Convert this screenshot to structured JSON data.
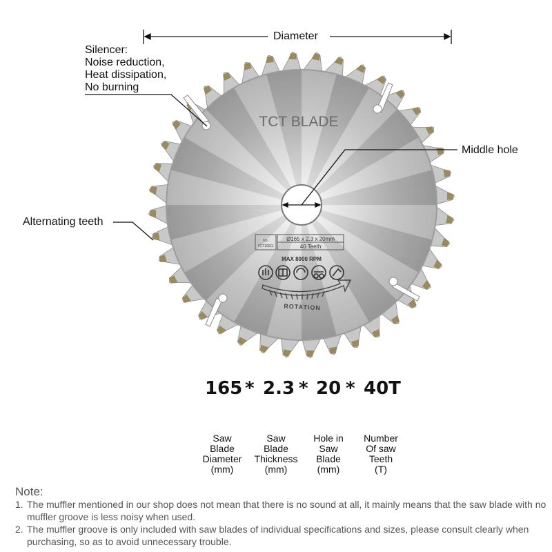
{
  "diagram": {
    "blade_text": {
      "title": "TCT BLADE",
      "spec_line": "Ø165 x 2.3 x 20mm",
      "teeth_line": "40 Teeth",
      "small_no": "No.",
      "small_code": "TCT10011",
      "rpm": "MAX 8000 RPM",
      "rotation": "ROTATION"
    },
    "callouts": {
      "diameter": "Diameter",
      "silencer": [
        "Silencer:",
        "Noise reduction,",
        "Heat dissipation,",
        "No burning"
      ],
      "middle_hole": "Middle hole",
      "alternating_teeth": "Alternating teeth"
    },
    "spec": {
      "values": [
        "165",
        "2.3",
        "20",
        "40T"
      ],
      "separator": "*",
      "labels": [
        [
          "Saw",
          "Blade",
          "Diameter",
          "(mm)"
        ],
        [
          "Saw",
          "Blade",
          "Thickness",
          "(mm)"
        ],
        [
          "Hole in",
          "Saw",
          "Blade",
          "(mm)"
        ],
        [
          "Number",
          "Of saw",
          "Teeth",
          "(T)"
        ]
      ]
    },
    "notes": {
      "title": "Note:",
      "items": [
        {
          "num": "1.",
          "text": "The muffler mentioned in our shop does not mean that there is no sound at all, it mainly means that the saw blade with no muffler groove is less noisy when used."
        },
        {
          "num": "2.",
          "text": "The muffler groove is only included with saw blades of individual specifications and sizes, please consult clearly when purchasing, so as to avoid unnecessary trouble."
        }
      ]
    },
    "colors": {
      "blade_light": "#f4f4f4",
      "blade_dark": "#8e8e8e",
      "teeth": "#c8c8c8",
      "tooth_tip": "#9a8a60",
      "line": "#111111"
    },
    "blade_teeth_count": 40
  }
}
